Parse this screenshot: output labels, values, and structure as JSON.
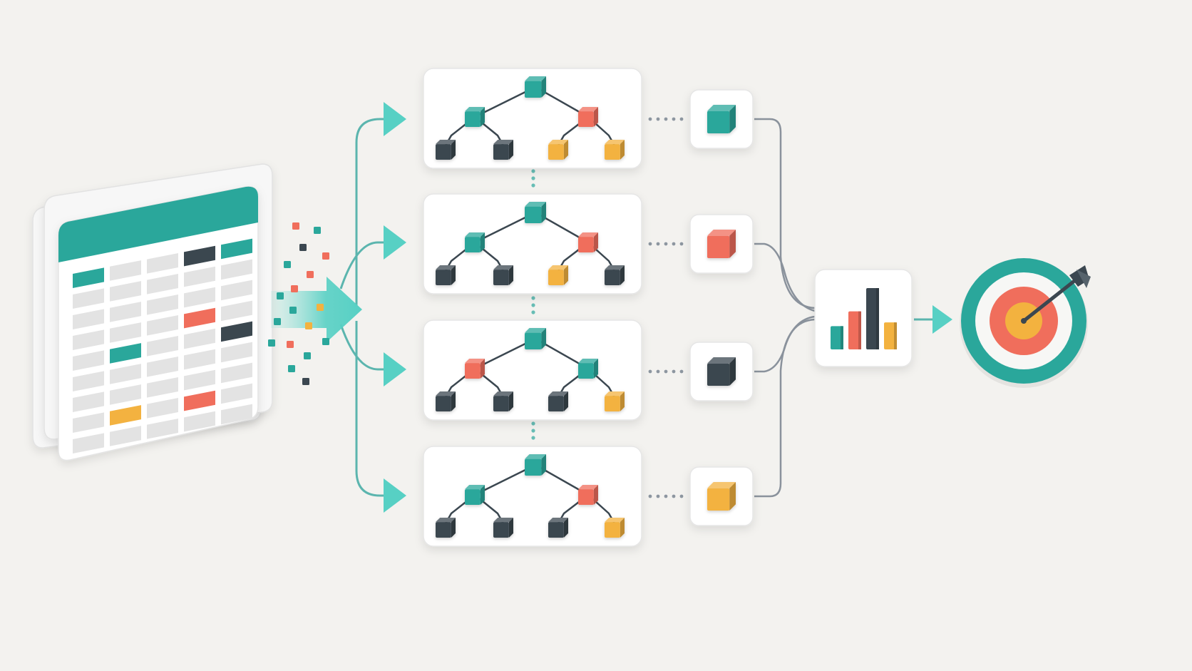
{
  "diagram": {
    "type": "random-forest-ensemble",
    "colors": {
      "background": "#f3f2ef",
      "teal": "#2aa79b",
      "teal_light": "#57d0c4",
      "coral": "#f06e5c",
      "yellow": "#f3b23f",
      "charcoal": "#3b4750",
      "connector_teal": "#5bb5ae",
      "connector_gray": "#8a929c",
      "card": "#ffffff",
      "cell": "#e3e3e3"
    },
    "source": {
      "icon": "spreadsheet-stack-icon",
      "highlighted_cells": [
        {
          "row": 0,
          "col": 0,
          "color": "teal"
        },
        {
          "row": 0,
          "col": 3,
          "color": "charcoal"
        },
        {
          "row": 0,
          "col": 4,
          "color": "teal"
        },
        {
          "row": 3,
          "col": 3,
          "color": "coral"
        },
        {
          "row": 4,
          "col": 1,
          "color": "teal"
        },
        {
          "row": 4,
          "col": 4,
          "color": "charcoal"
        },
        {
          "row": 7,
          "col": 1,
          "color": "yellow"
        },
        {
          "row": 7,
          "col": 3,
          "color": "coral"
        }
      ]
    },
    "sampling_icon": "bootstrap-arrow-icon",
    "trees": [
      {
        "name": "decision-tree-1",
        "root": "teal",
        "mid": [
          "teal",
          "coral"
        ],
        "leaves": [
          "charcoal",
          "charcoal",
          "yellow",
          "yellow"
        ],
        "prediction": "teal"
      },
      {
        "name": "decision-tree-2",
        "root": "teal",
        "mid": [
          "teal",
          "coral"
        ],
        "leaves": [
          "charcoal",
          "charcoal",
          "yellow",
          "charcoal"
        ],
        "prediction": "coral"
      },
      {
        "name": "decision-tree-3",
        "root": "teal",
        "mid": [
          "coral",
          "teal"
        ],
        "leaves": [
          "charcoal",
          "charcoal",
          "charcoal",
          "yellow"
        ],
        "prediction": "charcoal"
      },
      {
        "name": "decision-tree-4",
        "root": "teal",
        "mid": [
          "teal",
          "coral"
        ],
        "leaves": [
          "charcoal",
          "charcoal",
          "charcoal",
          "yellow"
        ],
        "prediction": "yellow"
      }
    ],
    "aggregator": {
      "icon": "bar-chart-icon",
      "bars": [
        {
          "value": 0.38,
          "color": "teal"
        },
        {
          "value": 0.62,
          "color": "coral"
        },
        {
          "value": 1.0,
          "color": "charcoal"
        },
        {
          "value": 0.44,
          "color": "yellow"
        }
      ]
    },
    "output": {
      "icon": "target-icon"
    }
  }
}
